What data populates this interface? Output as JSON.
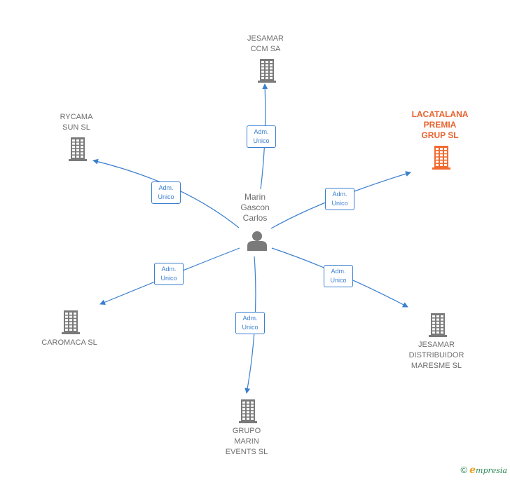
{
  "colors": {
    "edge": "#3b7fcf",
    "building": "#7a7a7a",
    "building_highlight": "#f26a30",
    "person": "#7a7a7a",
    "label": "#6e6e6e",
    "label_highlight": "#e8632e"
  },
  "center": {
    "icon": "person-icon",
    "name_lines": [
      "Marin",
      "Gascon",
      "Carlos"
    ]
  },
  "nodes": [
    {
      "id": "jesamar-ccm",
      "icon": "building-icon",
      "highlight": false,
      "lines": [
        "JESAMAR",
        "CCM SA"
      ]
    },
    {
      "id": "lacatalana",
      "icon": "building-icon",
      "highlight": true,
      "lines": [
        "LACATALANA",
        "PREMIA",
        "GRUP  SL"
      ]
    },
    {
      "id": "rycama",
      "icon": "building-icon",
      "highlight": false,
      "lines": [
        "RYCAMA",
        "SUN  SL"
      ]
    },
    {
      "id": "caromaca",
      "icon": "building-icon",
      "highlight": false,
      "lines": [
        "CAROMACA  SL"
      ]
    },
    {
      "id": "jesamar-distribuidor",
      "icon": "building-icon",
      "highlight": false,
      "lines": [
        "JESAMAR",
        "DISTRIBUIDOR",
        "MARESME  SL"
      ]
    },
    {
      "id": "grupo-marin",
      "icon": "building-icon",
      "highlight": false,
      "lines": [
        "GRUPO",
        "MARIN",
        "EVENTS  SL"
      ]
    }
  ],
  "edges": [
    {
      "to": "jesamar-ccm",
      "lines": [
        "Adm.",
        "Unico"
      ]
    },
    {
      "to": "lacatalana",
      "lines": [
        "Adm.",
        "Unico"
      ]
    },
    {
      "to": "rycama",
      "lines": [
        "Adm.",
        "Unico"
      ]
    },
    {
      "to": "caromaca",
      "lines": [
        "Adm.",
        "Unico"
      ]
    },
    {
      "to": "jesamar-distribuidor",
      "lines": [
        "Adm.",
        "Unico"
      ]
    },
    {
      "to": "grupo-marin",
      "lines": [
        "Adm.",
        "Unico"
      ]
    }
  ],
  "footer": {
    "copyright": "©",
    "brand_initial": "e",
    "brand_rest": "mpresia"
  }
}
